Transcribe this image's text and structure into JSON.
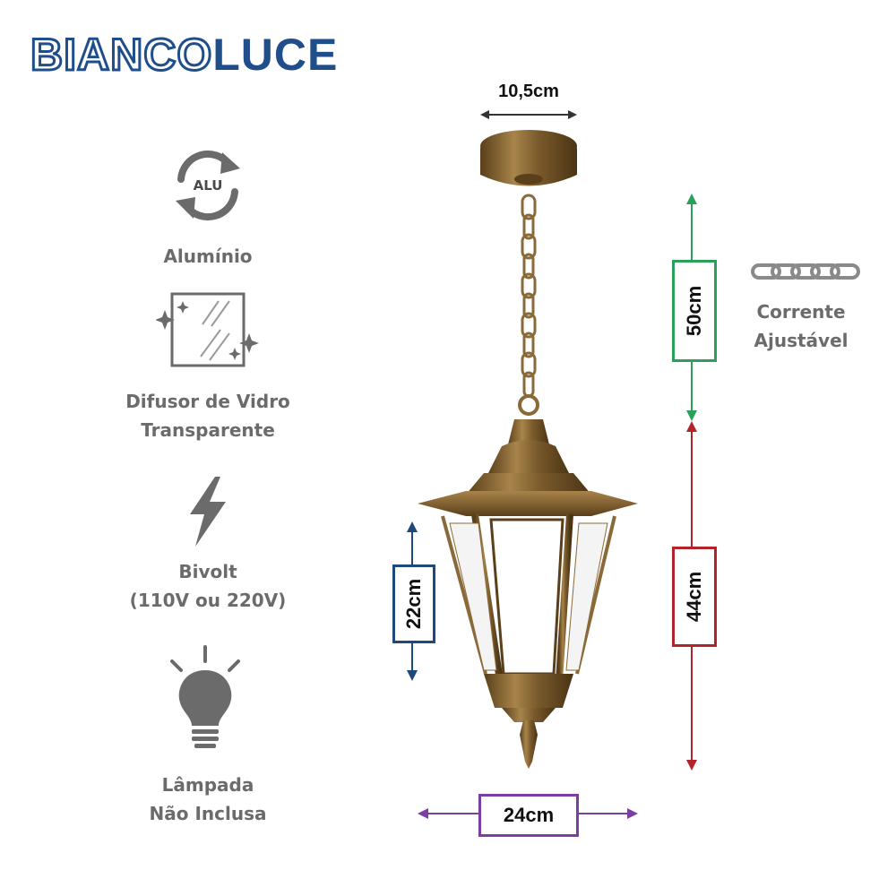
{
  "brand": {
    "part1": "BIANCO",
    "part2": "LUCE"
  },
  "features": {
    "aluminio": {
      "icon": "aluminum-recycle-icon",
      "badge": "ALU",
      "label": "Alumínio"
    },
    "vidro": {
      "icon": "glass-pane-icon",
      "line1": "Difusor de Vidro",
      "line2": "Transparente"
    },
    "bivolt": {
      "icon": "lightning-bolt-icon",
      "line1": "Bivolt",
      "line2": "(110V ou 220V)"
    },
    "lampada": {
      "icon": "light-bulb-icon",
      "line1": "Lâmpada",
      "line2": "Não Inclusa"
    },
    "corrente": {
      "icon": "chain-icon",
      "line1": "Corrente",
      "line2": "Ajustável"
    }
  },
  "dimensions": {
    "base_width": "10,5cm",
    "chain_length": "50cm",
    "lantern_height": "44cm",
    "glass_height": "22cm",
    "lantern_width": "24cm"
  },
  "colors": {
    "brand_blue": "#1f4e8a",
    "green": "#2aa05a",
    "red": "#b3232a",
    "navy": "#1c4a7d",
    "purple": "#7a3fa0",
    "bronze": "#7a5a2c",
    "gray": "#6b6b6b"
  }
}
